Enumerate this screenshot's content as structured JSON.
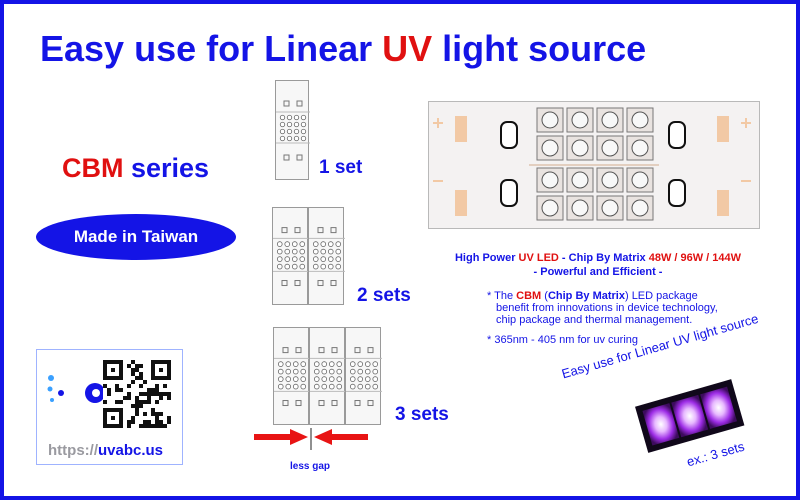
{
  "title": {
    "prefix": "Easy use for Linear ",
    "highlight": "UV",
    "suffix": " light source"
  },
  "series": {
    "brand": "CBM",
    "label": " series"
  },
  "badge": "Made  in Taiwan",
  "sets": [
    "1 set",
    "2 sets",
    "3 sets"
  ],
  "gap_label": "less gap",
  "description": {
    "line1_a": "High Power ",
    "line1_uv": "UV LED",
    "line1_b": " - Chip By Matrix ",
    "line1_watts": "48W / 96W / 144W",
    "line2": "- Powerful and Efficient  -"
  },
  "bullets": {
    "b1_a": "* The ",
    "b1_cbm": "CBM",
    "b1_b": " (",
    "b1_full": "Chip By Matrix",
    "b1_c": ") LED package",
    "b1_line2": "benefit from innovations in device technology,",
    "b1_line3": "chip package and thermal management.",
    "b2": "* 365nm - 405 nm for uv curing"
  },
  "qr": {
    "url_prefix": "https://",
    "url_domain": "uvabc.us"
  },
  "example": {
    "caption": "Easy use for Linear UV light source",
    "sets": "ex.: 3 sets"
  },
  "colors": {
    "frame": "#1414e6",
    "accent": "#e01010",
    "uv_glow": "#c040ff"
  }
}
